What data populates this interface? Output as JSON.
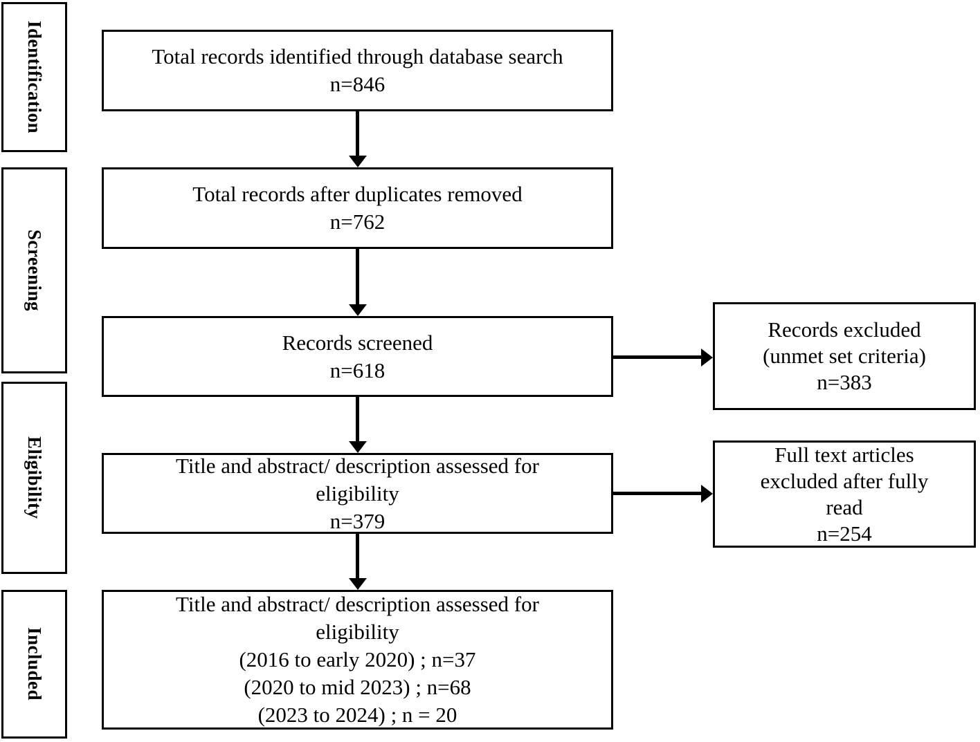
{
  "colors": {
    "background": "#ffffff",
    "ink": "#000000"
  },
  "stage_labels": {
    "identification": "Identification",
    "screening": "Screening",
    "eligibility": "Eligibility",
    "included": "Included"
  },
  "boxes": {
    "identified": {
      "lines": [
        "Total records identified through database search",
        "n=846"
      ],
      "n": 846
    },
    "deduplicated": {
      "lines": [
        "Total records after duplicates removed",
        "n=762"
      ],
      "n": 762
    },
    "screened": {
      "lines": [
        "Records screened",
        "n=618"
      ],
      "n": 618
    },
    "assessed": {
      "lines": [
        "Title and abstract/ description assessed for",
        "eligibility",
        "n=379"
      ],
      "n": 379
    },
    "included": {
      "lines": [
        "Title and abstract/ description assessed for",
        "eligibility",
        "(2016 to early 2020) ; n=37",
        "(2020 to mid 2023) ; n=68",
        "(2023 to 2024) ; n = 20"
      ],
      "n_2016_to_early_2020": 37,
      "n_2020_to_mid_2023": 68,
      "n_2023_to_2024": 20
    }
  },
  "side_boxes": {
    "records_excluded": {
      "lines": [
        "Records excluded",
        "(unmet set criteria)",
        "n=383"
      ],
      "n": 383
    },
    "fulltext_excluded": {
      "lines": [
        "Full text articles",
        "excluded after fully",
        "read",
        "n=254"
      ],
      "n": 254
    }
  }
}
